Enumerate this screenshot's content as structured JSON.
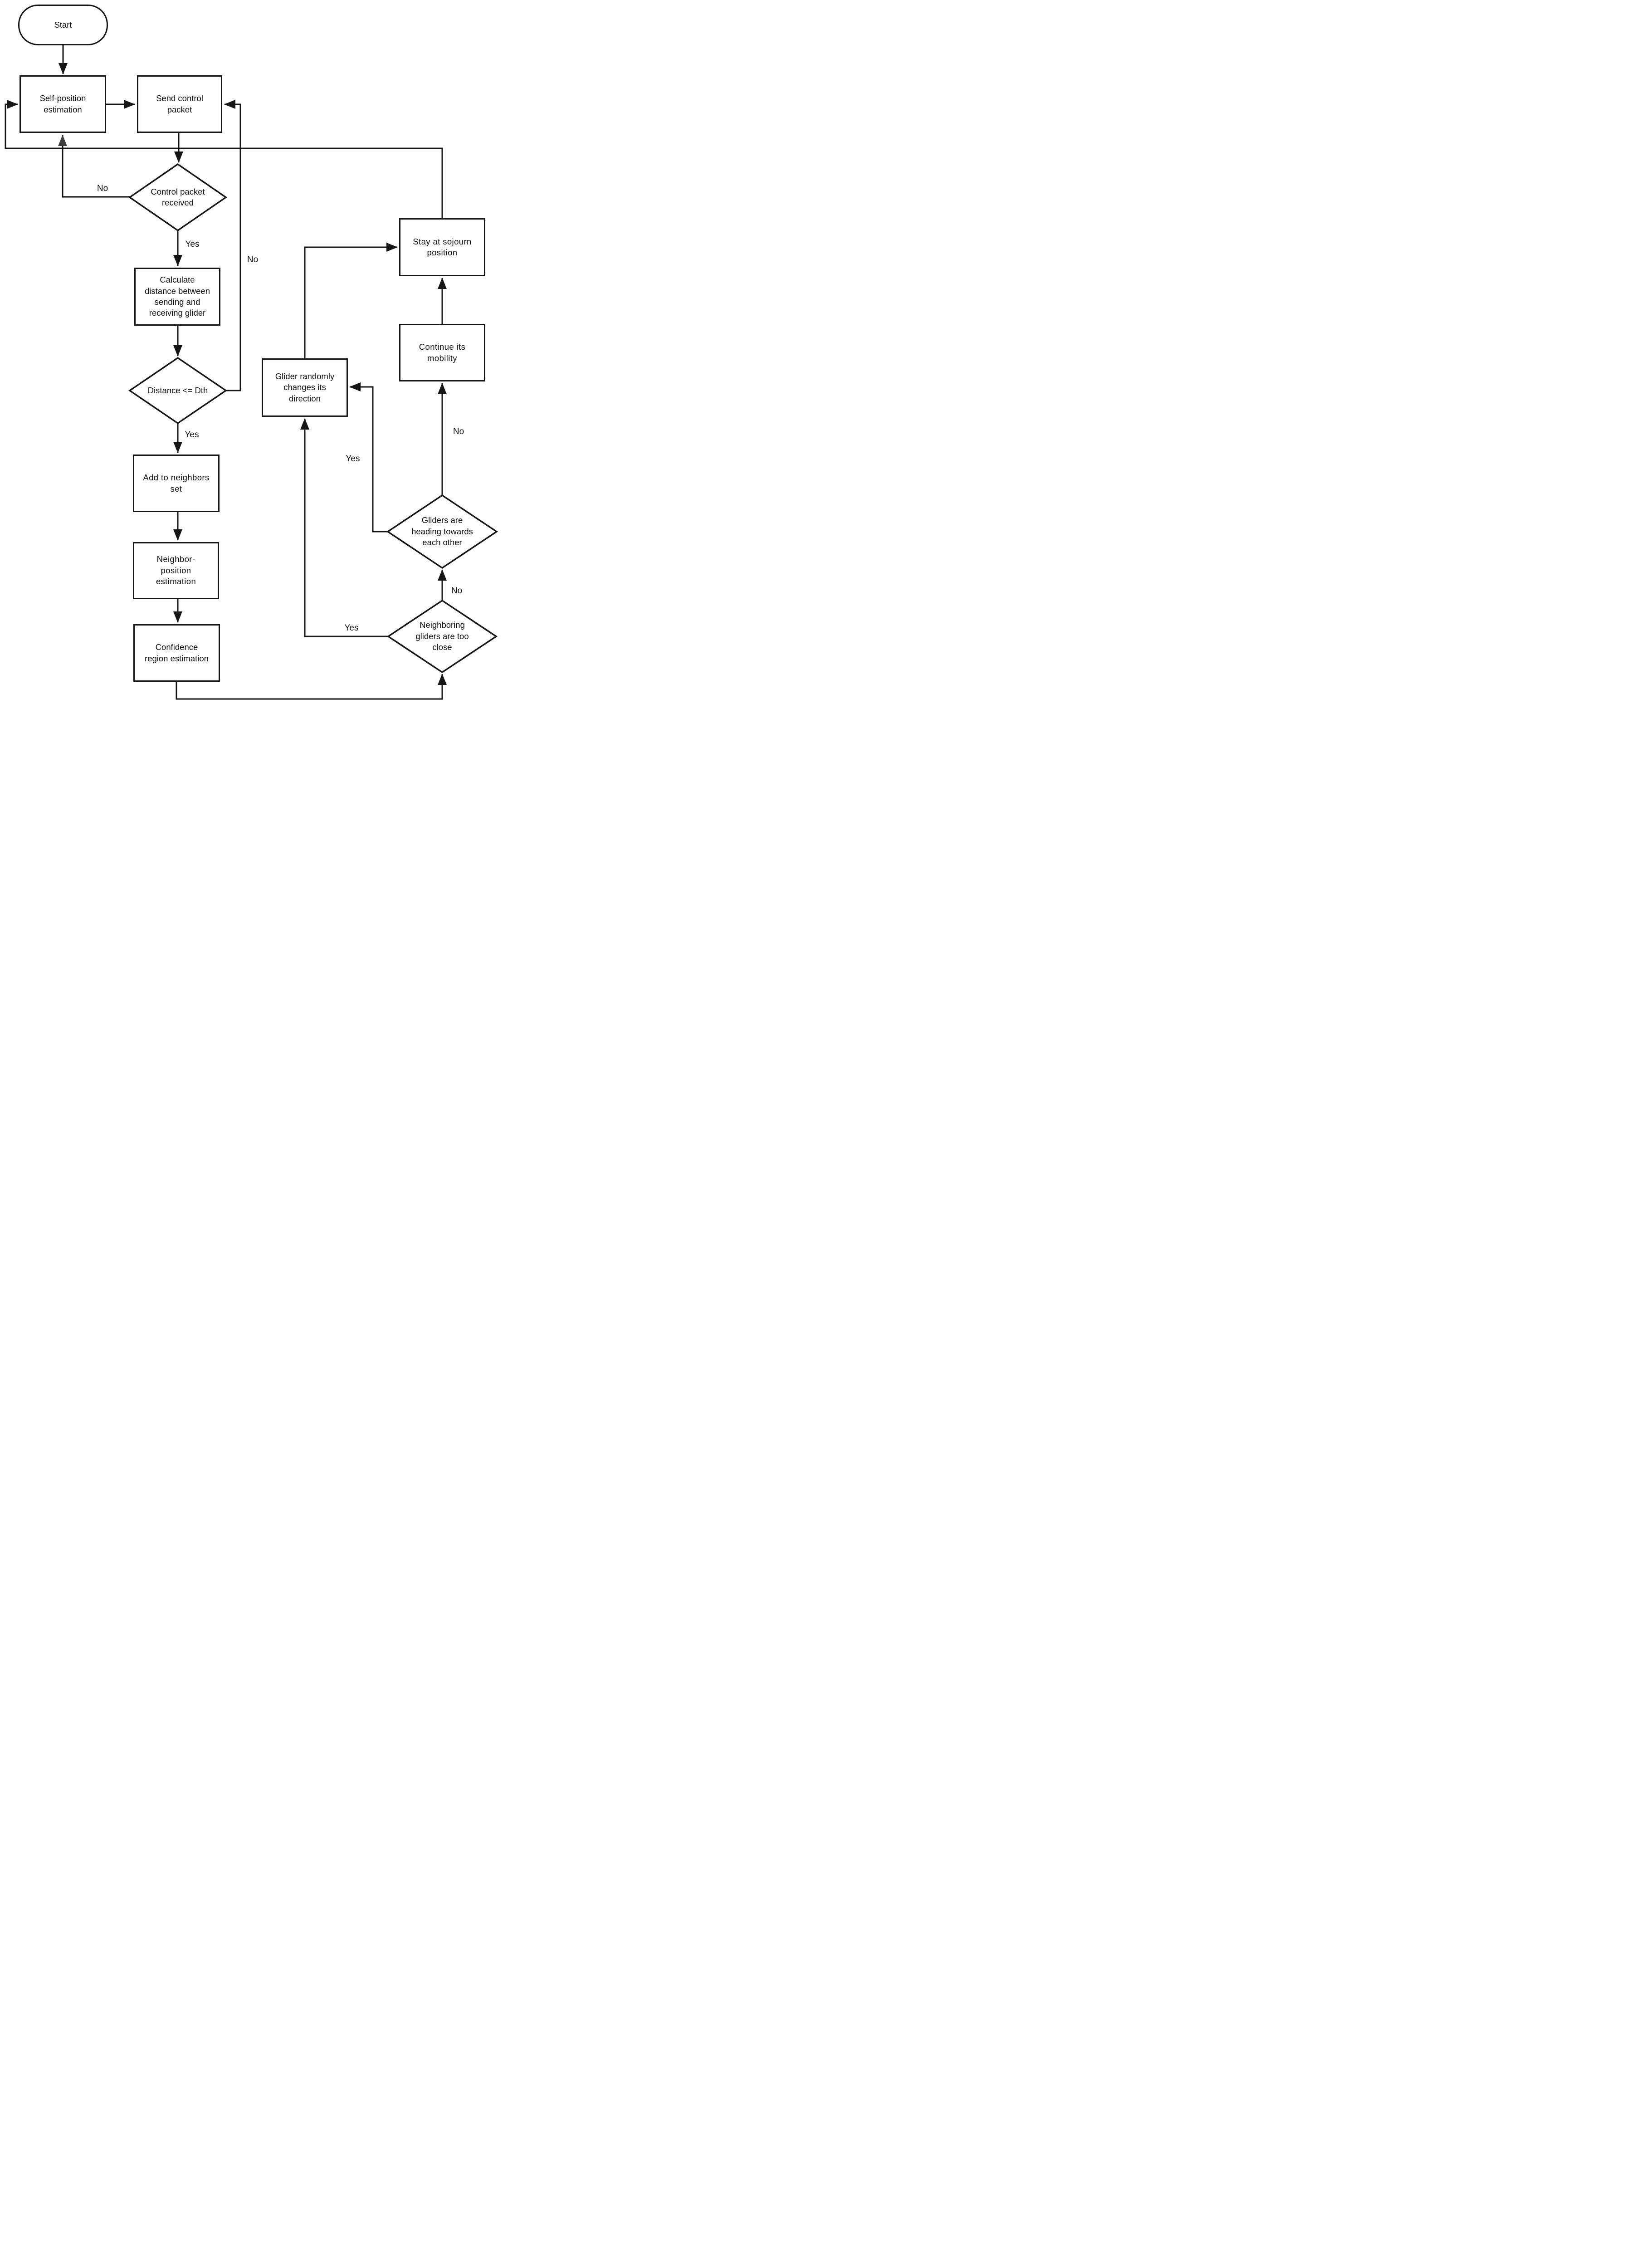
{
  "diagram": {
    "type": "flowchart",
    "colors": {
      "line": "#1a1a1a",
      "background": "#ffffff",
      "text": "#111111"
    },
    "nodes": {
      "start": {
        "label": "Start",
        "shape": "terminator"
      },
      "self_position": {
        "label": "Self-position\nestimation",
        "shape": "process"
      },
      "send_control": {
        "label": "Send control\npacket",
        "shape": "process"
      },
      "control_received": {
        "label": "Control packet\nreceived",
        "shape": "decision"
      },
      "calculate_distance": {
        "label": "Calculate\ndistance between\nsending and\nreceiving glider",
        "shape": "process"
      },
      "distance_check": {
        "label": "Distance <= Dth",
        "shape": "decision"
      },
      "add_neighbors": {
        "label": "Add to neighbors\nset",
        "shape": "process"
      },
      "neighbor_position": {
        "label": "Neighbor-\nposition\nestimation",
        "shape": "process"
      },
      "confidence_region": {
        "label": "Confidence\nregion estimation",
        "shape": "process"
      },
      "stay_sojourn": {
        "label": "Stay at sojourn\nposition",
        "shape": "process"
      },
      "continue_mobility": {
        "label": "Continue its\nmobility",
        "shape": "process"
      },
      "glider_random": {
        "label": "Glider randomly\nchanges its\ndirection",
        "shape": "process"
      },
      "gliders_heading": {
        "label": "Gliders are\nheading towards\neach other",
        "shape": "decision"
      },
      "neighbors_close": {
        "label": "Neighboring\ngliders are too\nclose",
        "shape": "decision"
      }
    },
    "edge_labels": {
      "control_no": "No",
      "control_yes": "Yes",
      "distance_no": "No",
      "distance_yes": "Yes",
      "heading_yes": "Yes",
      "heading_no": "No",
      "close_no": "No",
      "close_yes": "Yes"
    }
  }
}
